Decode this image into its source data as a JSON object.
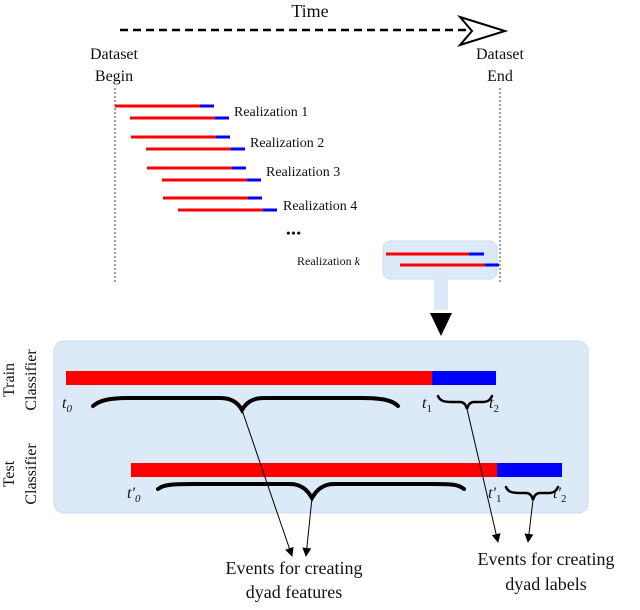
{
  "timeline": {
    "time_label": "Time",
    "dataset_begin": [
      "Dataset",
      "Begin"
    ],
    "dataset_end": [
      "Dataset",
      "End"
    ]
  },
  "realizations": {
    "labels": [
      "Realization 1",
      "Realization 2",
      "Realization 3",
      "Realization 4"
    ],
    "ellipsis": "•••",
    "last_label": "Realization",
    "last_index": "k"
  },
  "panel": {
    "train_label": [
      "Train",
      "Classifier"
    ],
    "test_label": [
      "Test",
      "Classifier"
    ],
    "train_marks": {
      "t0": "t",
      "t0_sub": "0",
      "t1": "t",
      "t1_sub": "1",
      "t2": "t",
      "t2_sub": "2"
    },
    "test_marks": {
      "t0": "t′",
      "t0_sub": "0",
      "t1": "t′",
      "t1_sub": "1",
      "t2": "t′",
      "t2_sub": "2"
    }
  },
  "captions": {
    "features": [
      "Events for creating",
      "dyad features"
    ],
    "labels": [
      "Events for creating",
      "dyad labels"
    ]
  },
  "colors": {
    "red": "#ff0000",
    "blue": "#0000ff",
    "panel": "#dce9f7",
    "panel_stroke": "#c7dbf0",
    "arrow": "#000000"
  }
}
